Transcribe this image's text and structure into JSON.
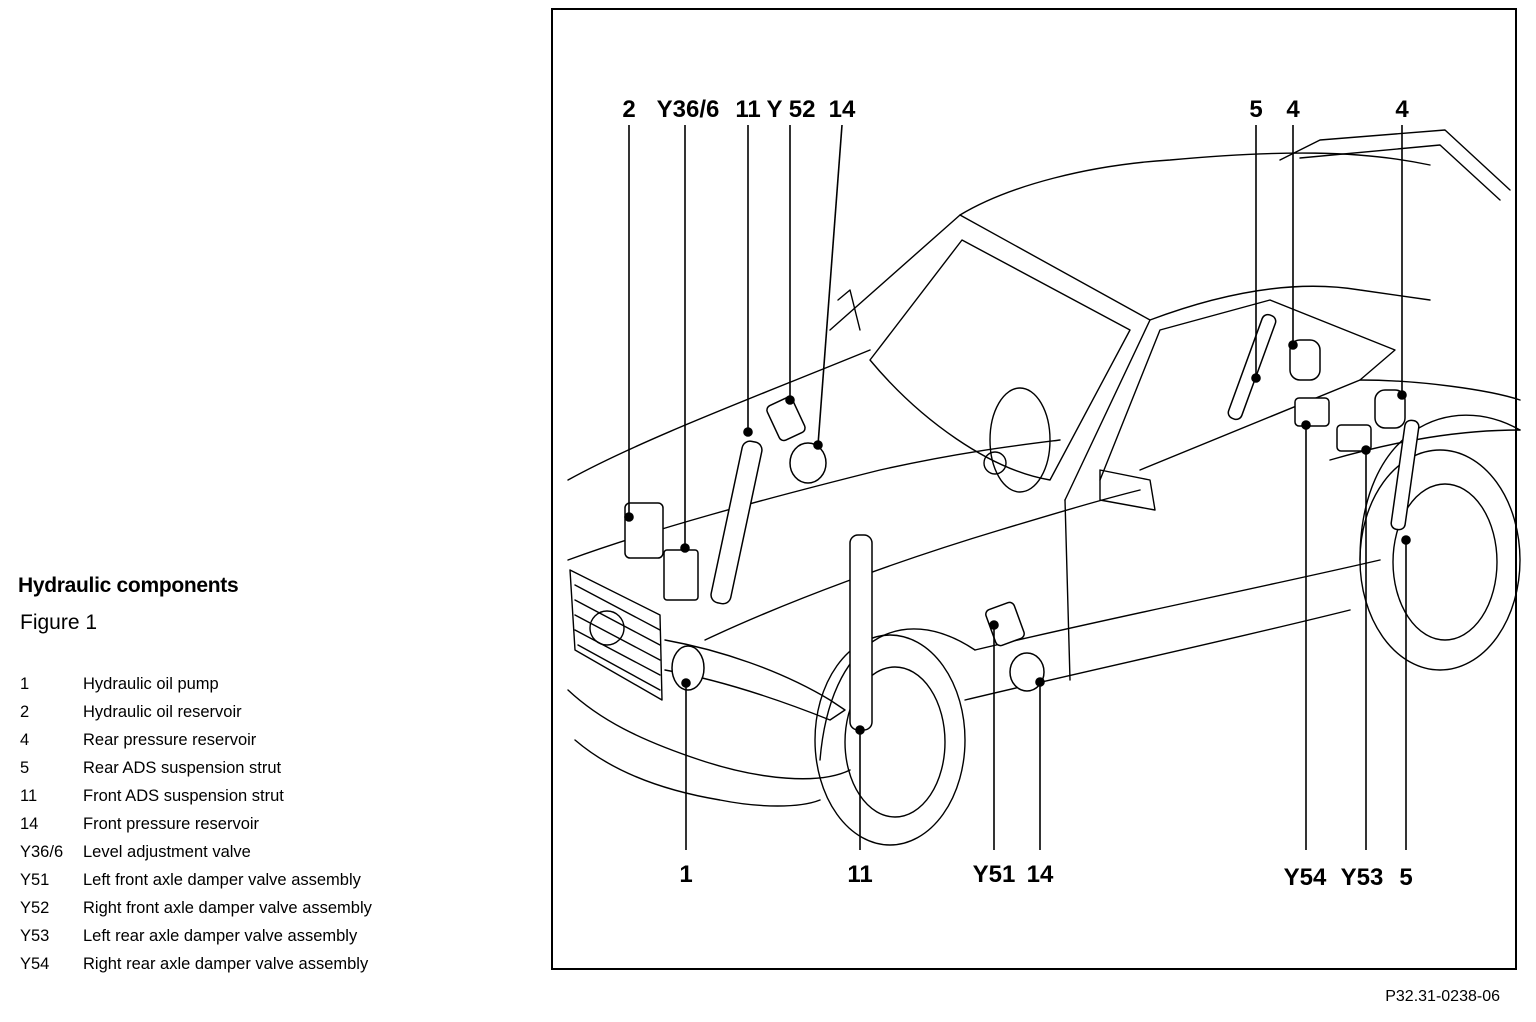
{
  "legend": {
    "title": "Hydraulic components",
    "subtitle": "Figure 1",
    "items": [
      {
        "code": "1",
        "label": "Hydraulic oil pump"
      },
      {
        "code": "2",
        "label": "Hydraulic oil reservoir"
      },
      {
        "code": "4",
        "label": "Rear pressure reservoir"
      },
      {
        "code": "5",
        "label": "Rear ADS suspension strut"
      },
      {
        "code": "11",
        "label": "Front ADS suspension strut"
      },
      {
        "code": "14",
        "label": "Front pressure reservoir"
      },
      {
        "code": "Y36/6",
        "label": "Level adjustment valve"
      },
      {
        "code": "Y51",
        "label": "Left front axle damper valve assembly"
      },
      {
        "code": "Y52",
        "label": "Right front axle damper valve assembly"
      },
      {
        "code": "Y53",
        "label": "Left rear axle damper valve assembly"
      },
      {
        "code": "Y54",
        "label": "Right rear axle damper valve assembly"
      }
    ]
  },
  "diagram": {
    "callouts_top": [
      "2",
      "Y36/6",
      "11",
      "Y 52",
      "14",
      "5",
      "4",
      "4"
    ],
    "callouts_bottom": [
      "1",
      "11",
      "Y51",
      "14",
      "Y54",
      "Y53",
      "5"
    ]
  },
  "document_code": "P32.31-0238-06"
}
